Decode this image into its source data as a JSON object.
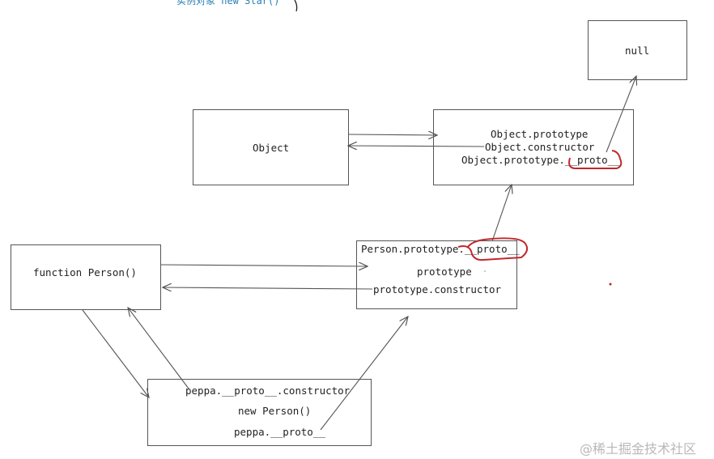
{
  "top_fragment": "实例对象 new Star()",
  "boxes": {
    "null": {
      "label": "null"
    },
    "object": {
      "label": "Object"
    },
    "object_prototype": {
      "line1": "Object.prototype",
      "line2": "Object.constructor",
      "line3": "Object.prototype.__proto__"
    },
    "function_person": {
      "label": "function Person()"
    },
    "person_prototype": {
      "line1": "Person.prototype.__proto__",
      "line2": "prototype",
      "line3": "prototype.constructor"
    },
    "peppa": {
      "line1": "peppa.__proto__.constructor",
      "line2": "new Person()",
      "line3": "peppa.__proto__"
    }
  },
  "watermark": "@稀土掘金技术社区",
  "colors": {
    "stroke": "#555555",
    "annotation": "#c0282d",
    "fragment": "#2a7fb5"
  }
}
